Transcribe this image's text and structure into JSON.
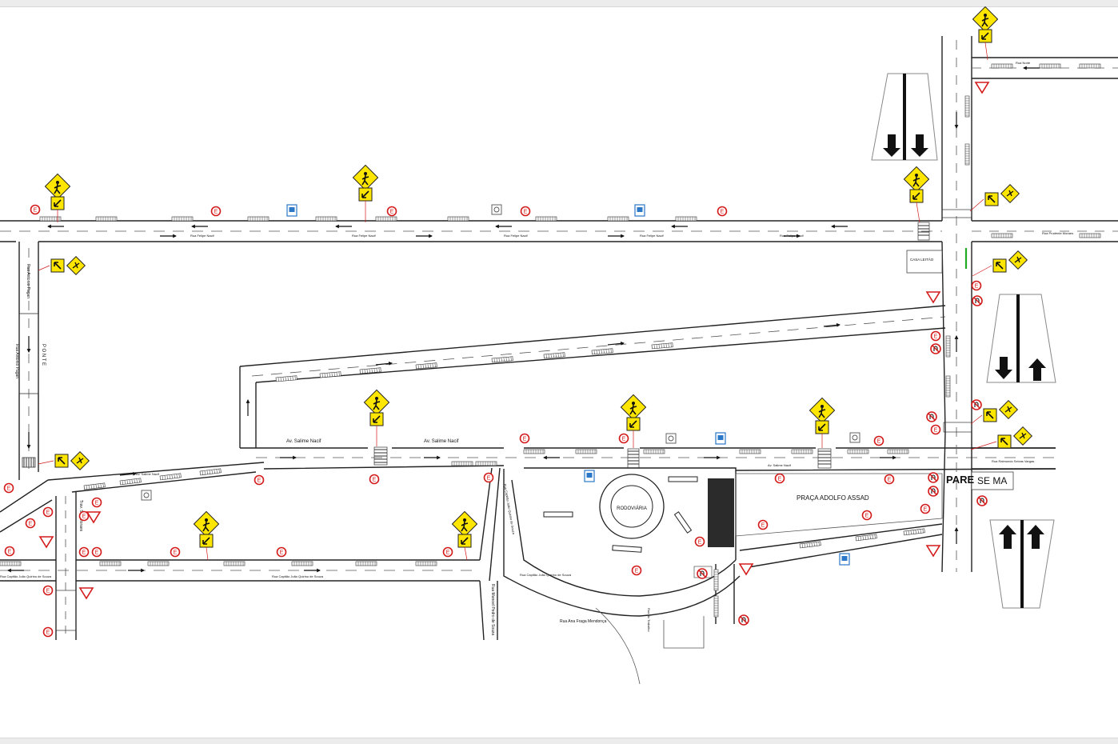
{
  "streets": {
    "rua_felipe_nacif": "Rua Felipe Nacif",
    "rua_antonio_pagan": "Rua Antonio Pagan",
    "ponte": "P O N T E",
    "av_salime_nacif": "Av. Salime Nacif",
    "trav_sao_moraes": "Trav. São Moraes",
    "rua_capitao_sp": "Rua Capitão João Quirino de Souza",
    "rua_ana_fraga": "Rua Ana Fraga Mendonça",
    "rua_do_trabalho": "Rua do Trabalho",
    "rua_pedro_sp": "Rua Manoel Pedro de Souza",
    "rua_raimundo": "Rua Raimundo Seixas Vargas",
    "rua_prudente": "Rua Prudente Moraes",
    "rua_norte": "Rua Norte"
  },
  "places": {
    "rodoviaria": "RODOVIÁRIA",
    "praca": "PRAÇA ADOLFO ASSAD",
    "sema": "SE MA",
    "pare": "PARE",
    "casa": "CASA LEITÃO"
  },
  "icons": {
    "pedestrian": "pedestrian-crossing-icon",
    "diagonal_arrow": "diagonal-arrow-icon",
    "no_parking": "no-parking-icon",
    "yield": "yield-icon",
    "no_u_turn": "no-u-turn-icon",
    "bus_stop": "bus-stop-icon",
    "accessible": "accessible-parking-icon"
  },
  "colors": {
    "warning_yellow": "#ffe600",
    "regulatory_red": "#d31b1b",
    "info_blue": "#2a78c7",
    "green_lane": "#22aa22"
  },
  "signage": {
    "no_parking_letter": "E"
  }
}
